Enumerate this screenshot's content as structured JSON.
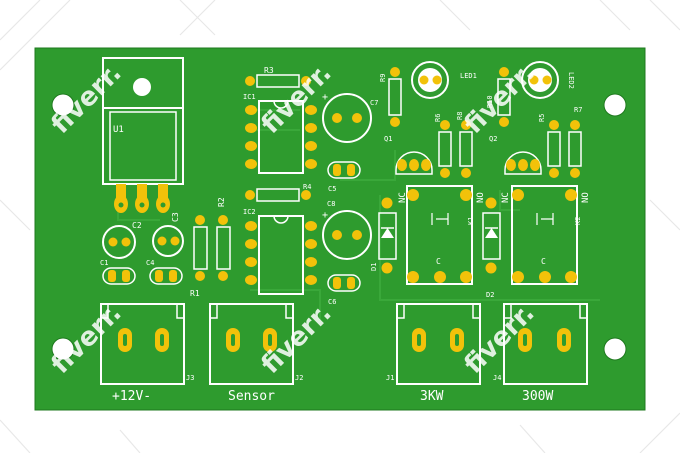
{
  "colors": {
    "board": "#2e9b2e",
    "board_edge": "#1f7a1f",
    "silk": "#ffffff",
    "pad": "#f2c20a",
    "pad_hole": "#2e9b2e",
    "mount_hole": "#ffffff",
    "background": "#ffffff",
    "watermark": "#ffffff"
  },
  "watermark": "fiverr.",
  "labels": {
    "u1": "U1",
    "ic1": "IC1",
    "ic2": "IC2",
    "r1": "R1",
    "r2": "R2",
    "r3": "R3",
    "r4": "R4",
    "r5": "R5",
    "r6": "R6",
    "r7": "R7",
    "r8": "R8",
    "r9": "R9",
    "r10": "R10",
    "c1": "C1",
    "c2": "C2",
    "c3": "C3",
    "c4": "C4",
    "c5": "C5",
    "c6": "C6",
    "c7": "C7",
    "c8": "C8",
    "q1": "Q1",
    "q2": "Q2",
    "d1": "D1",
    "d2": "D2",
    "k1": "K1",
    "k2": "K2",
    "led1": "LED1",
    "led2": "LED2",
    "j1": "J1",
    "j2": "J2",
    "j3": "J3",
    "j4": "J4",
    "nc1": "NC",
    "no1": "NO",
    "nc2": "NC",
    "no2": "NO",
    "plus": "+",
    "c": "C",
    "pwr_connector": "+12V-",
    "sensor_connector": "Sensor",
    "out1_connector": "3KW",
    "out2_connector": "300W"
  }
}
